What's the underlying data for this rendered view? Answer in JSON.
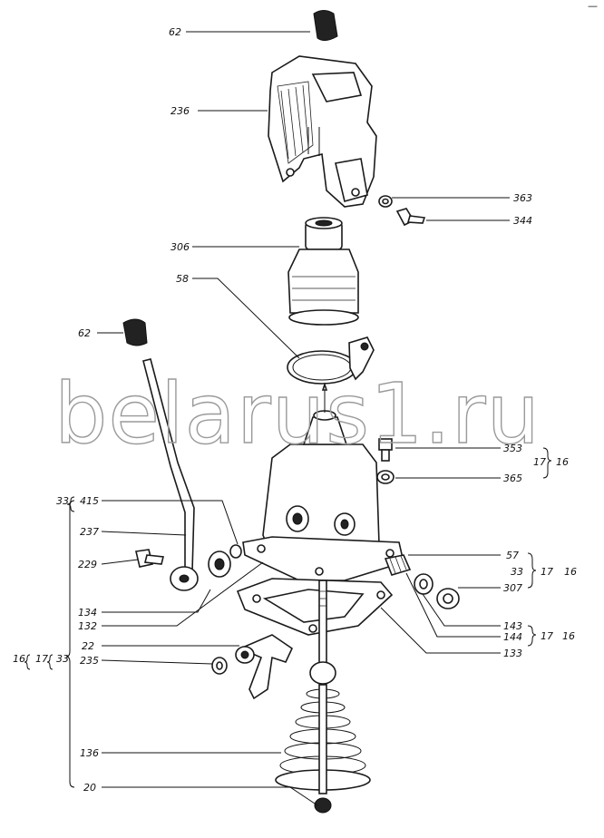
{
  "watermark": "belarus1.ru",
  "corner_mark": "—",
  "callouts": {
    "c62a": "62",
    "c236": "236",
    "c363": "363",
    "c344": "344",
    "c306": "306",
    "c58": "58",
    "c62b": "62",
    "c353": "353",
    "c365": "365",
    "g17a": "17",
    "g16a": "16",
    "g33a": "33",
    "c415": "415",
    "c237": "237",
    "c229": "229",
    "c57": "57",
    "g33b": "33",
    "g17b": "17",
    "g16b": "16",
    "c307": "307",
    "c134": "134",
    "c132": "132",
    "c143": "143",
    "c144": "144",
    "g17c": "17",
    "g16c": "16",
    "c133": "133",
    "c22": "22",
    "g16d": "16",
    "g17d": "17",
    "g33d": "33",
    "c235": "235",
    "c136": "136",
    "c20": "20"
  }
}
